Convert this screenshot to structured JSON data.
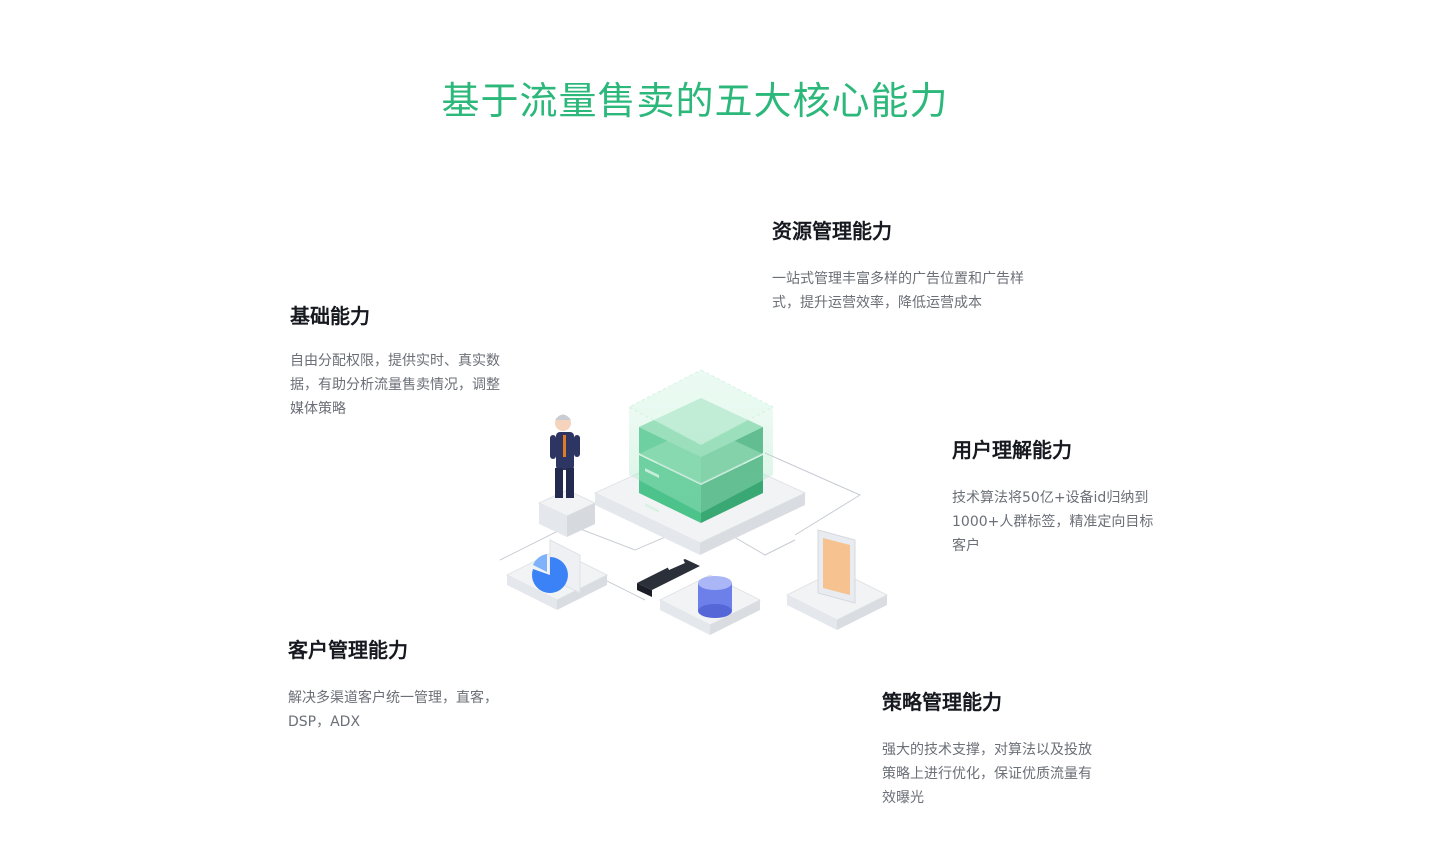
{
  "header": {
    "title": "基于流量售卖的五大核心能力"
  },
  "features": {
    "basic": {
      "title": "基础能力",
      "desc": "自由分配权限，提供实时、真实数据，有助分析流量售卖情况，调整媒体策略"
    },
    "resource": {
      "title": "资源管理能力",
      "desc": "一站式管理丰富多样的广告位置和广告样式，提升运营效率，降低运营成本"
    },
    "user": {
      "title": "用户理解能力",
      "desc": "技术算法将50亿+设备id归纳到1000+人群标签，精准定向目标客户"
    },
    "customer": {
      "title": "客户管理能力",
      "desc": "解决多渠道客户统一管理，直客，DSP，ADX"
    },
    "strategy": {
      "title": "策略管理能力",
      "desc": "强大的技术支撑，对算法以及投放策略上进行优化，保证优质流量有效曝光"
    }
  },
  "colors": {
    "title_green": "#2cb87a",
    "server_green": "#4cc38a",
    "chart_blue": "#3b82f6",
    "database_blue": "#6d7fe8",
    "screen_orange": "#f6c28f"
  },
  "illustration": {
    "icons": [
      "businessman-icon",
      "server-stack-icon",
      "pie-chart-icon",
      "database-icon",
      "card-reader-icon",
      "tablet-icon"
    ]
  }
}
